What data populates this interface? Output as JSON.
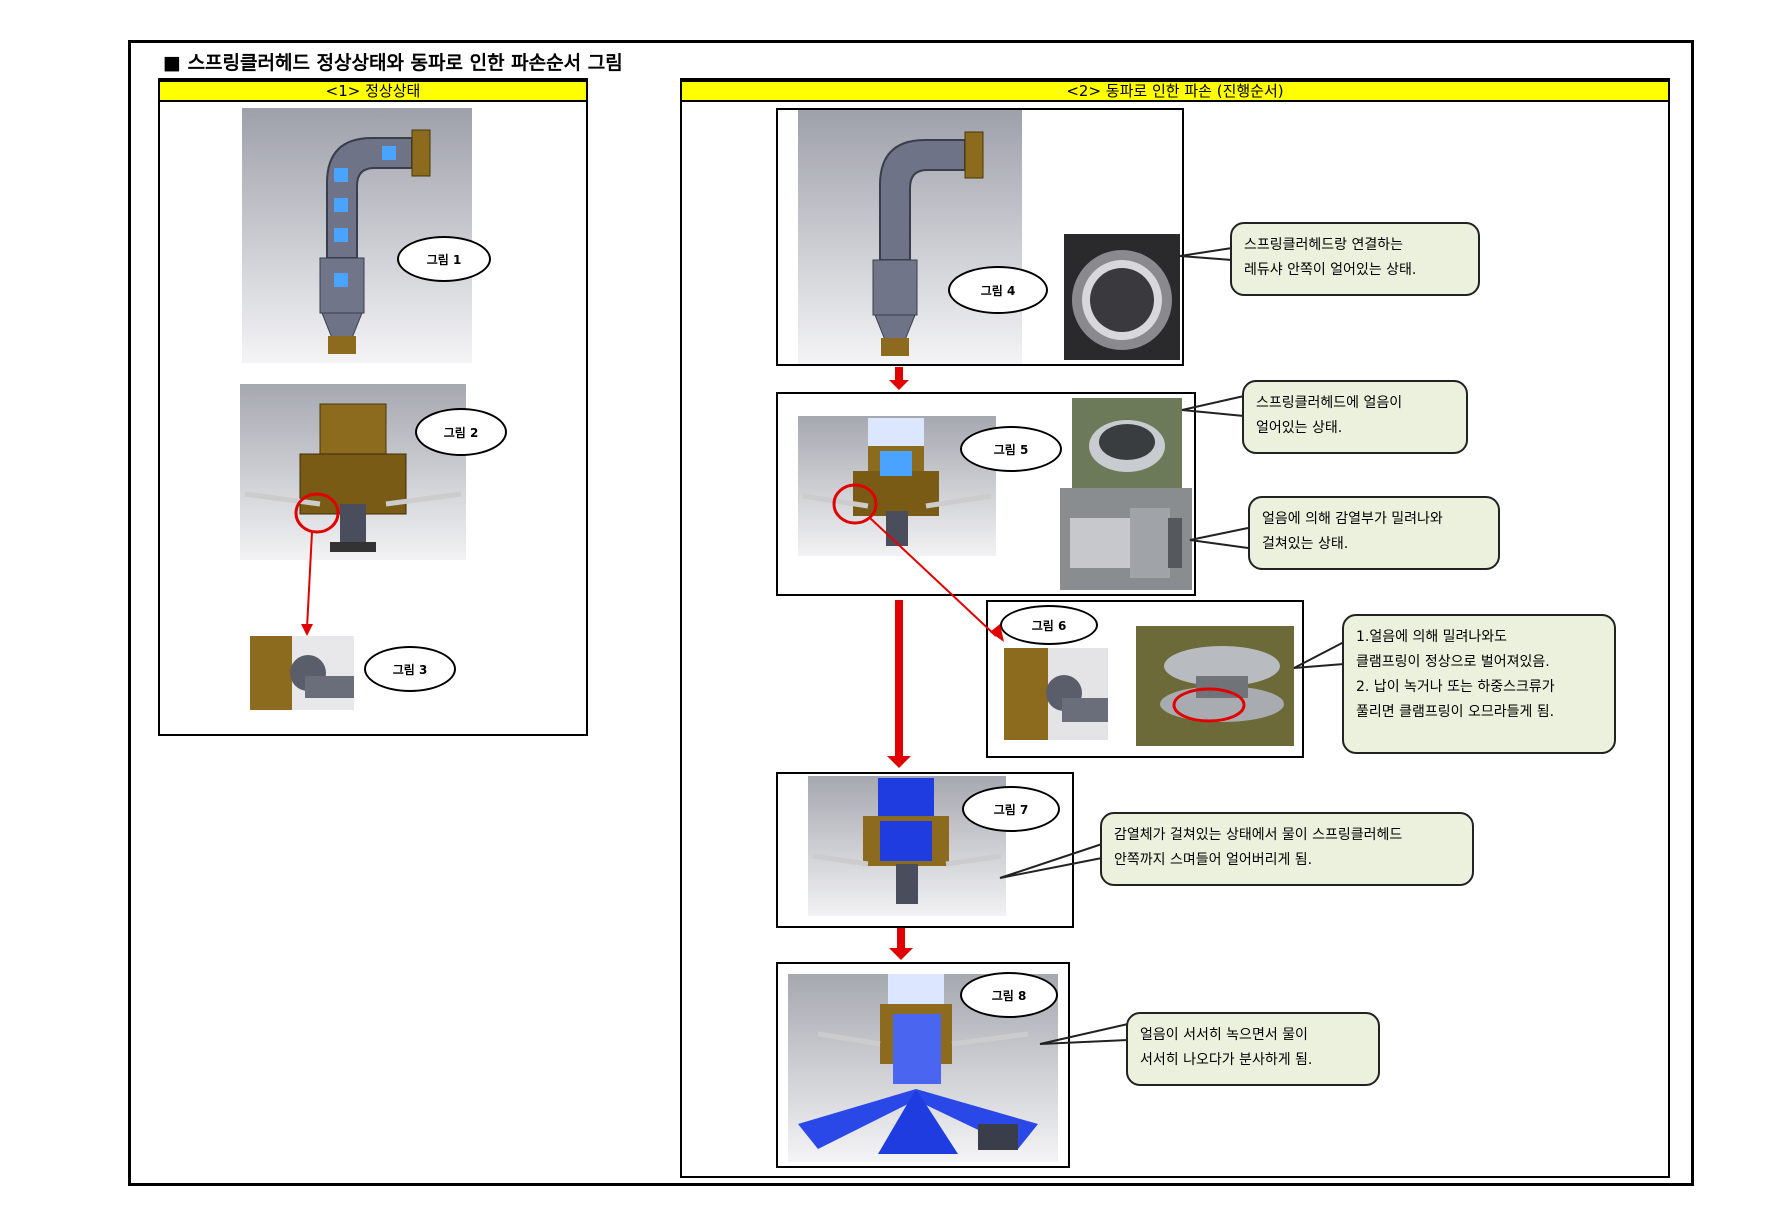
{
  "page": {
    "heading": "■ 스프링클러헤드 정상상태와 동파로 인한 파손순서 그림"
  },
  "left_panel": {
    "title": "<1> 정상상태"
  },
  "right_panel": {
    "title": "<2> 동파로 인한 파손 (진행순서)"
  },
  "figure_labels": {
    "fig1": "그림 1",
    "fig2": "그림 2",
    "fig3": "그림 3",
    "fig4": "그림 4",
    "fig5": "그림 5",
    "fig6": "그림 6",
    "fig7": "그림 7",
    "fig8": "그림 8"
  },
  "callouts": {
    "c4": "스프링클러헤드랑 연결하는\n레듀샤 안쪽이 얼어있는 상태.",
    "c5a": "스프링클러헤드에 얼음이\n얼어있는 상태.",
    "c5b": "얼음에 의해 감열부가 밀려나와\n걸쳐있는 상태.",
    "c6": "1.얼음에 의해  밀려나와도\n클램프링이 정상으로 벌어져있음.\n2. 납이 녹거나  또는 하중스크류가\n풀리면 클램프링이 오므라들게 됨.",
    "c7": "감열체가 걸쳐있는 상태에서 물이 스프링클러헤드\n안쪽까지 스며들어 얼어버리게 됨.",
    "c8": "얼음이 서서히 녹으면서 물이\n서서히 나오다가 분사하게 됨."
  },
  "colors": {
    "title_bar": "#ffff00",
    "callout_fill": "#ebf1dd",
    "arrow": "#e00000",
    "brass": "#8c6a1e",
    "pipe": "#7a7f93",
    "water": "#1e3ce0"
  }
}
